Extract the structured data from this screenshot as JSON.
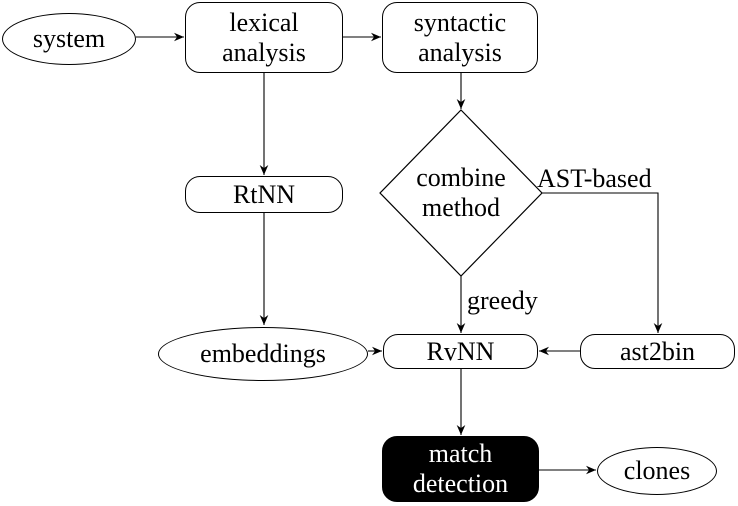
{
  "diagram": {
    "nodes": {
      "system": {
        "label": "system",
        "shape": "ellipse"
      },
      "lexical_analysis": {
        "line1": "lexical",
        "line2": "analysis",
        "shape": "rounded-box"
      },
      "syntactic_analysis": {
        "line1": "syntactic",
        "line2": "analysis",
        "shape": "rounded-box"
      },
      "rtnn": {
        "label": "RtNN",
        "shape": "rounded-box"
      },
      "combine_method": {
        "line1": "combine",
        "line2": "method",
        "shape": "diamond"
      },
      "embeddings": {
        "label": "embeddings",
        "shape": "ellipse"
      },
      "rvnn": {
        "label": "RvNN",
        "shape": "rounded-box"
      },
      "ast2bin": {
        "label": "ast2bin",
        "shape": "rounded-box"
      },
      "match_detection": {
        "line1": "match",
        "line2": "detection",
        "shape": "rounded-box-filled"
      },
      "clones": {
        "label": "clones",
        "shape": "ellipse"
      }
    },
    "edge_labels": {
      "ast_based": "AST-based",
      "greedy": "greedy"
    },
    "edges": [
      {
        "from": "system",
        "to": "lexical_analysis",
        "label": ""
      },
      {
        "from": "lexical_analysis",
        "to": "syntactic_analysis",
        "label": ""
      },
      {
        "from": "lexical_analysis",
        "to": "rtnn",
        "label": ""
      },
      {
        "from": "rtnn",
        "to": "embeddings",
        "label": ""
      },
      {
        "from": "syntactic_analysis",
        "to": "combine_method",
        "label": ""
      },
      {
        "from": "combine_method",
        "to": "rvnn",
        "label": "greedy"
      },
      {
        "from": "combine_method",
        "to": "ast2bin",
        "label": "AST-based"
      },
      {
        "from": "embeddings",
        "to": "rvnn",
        "label": ""
      },
      {
        "from": "ast2bin",
        "to": "rvnn",
        "label": ""
      },
      {
        "from": "rvnn",
        "to": "match_detection",
        "label": ""
      },
      {
        "from": "match_detection",
        "to": "clones",
        "label": ""
      }
    ],
    "colors": {
      "stroke": "#000000",
      "background": "#ffffff",
      "filled_node_bg": "#000000",
      "filled_node_text": "#ffffff"
    }
  }
}
